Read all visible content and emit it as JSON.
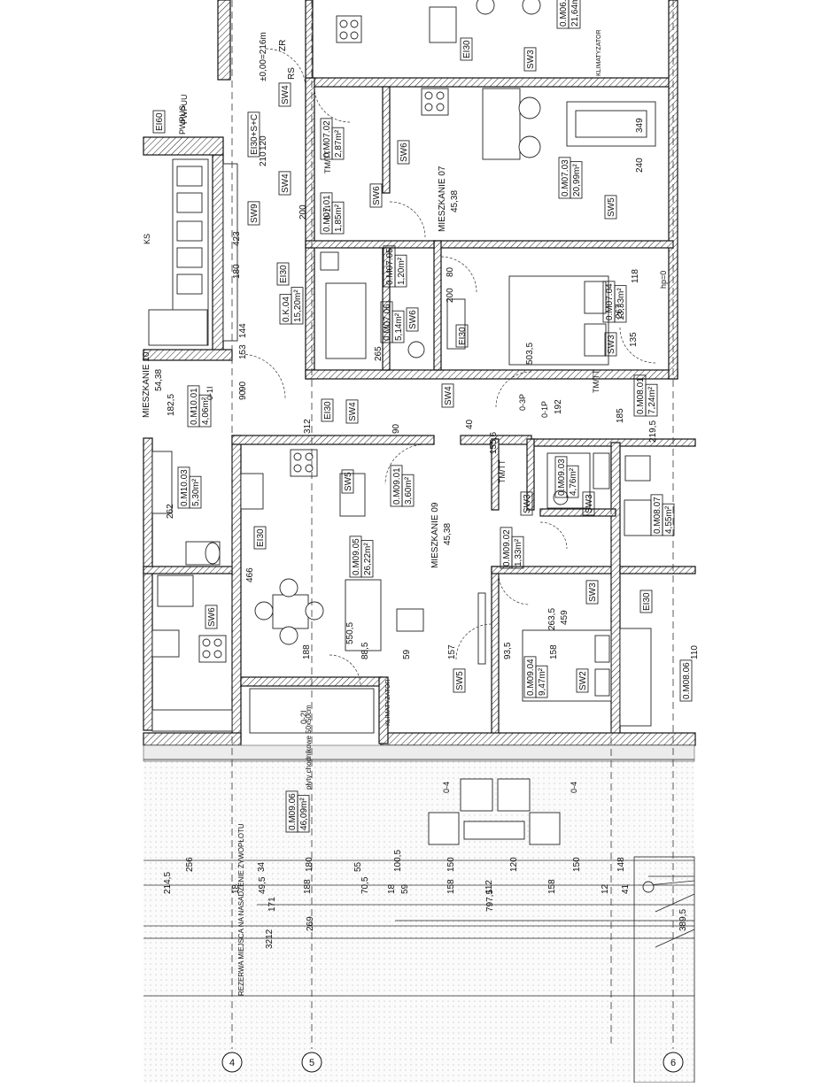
{
  "plan": {
    "apartments": [
      {
        "name": "MIESZKANIE 07",
        "area": "45,38"
      },
      {
        "name": "MIESZKANIE 09",
        "area": "45,38"
      },
      {
        "name": "MIESZKANIE 10",
        "area": "54,38"
      }
    ],
    "rooms": [
      {
        "code": "0.M07.02",
        "area": "2,87m²"
      },
      {
        "code": "0.M07.03",
        "area": "20,99m²"
      },
      {
        "code": "0.M07.01",
        "area": "1,85m²"
      },
      {
        "code": "0.M07.05",
        "area": "1,20m²"
      },
      {
        "code": "0.M07.06",
        "area": "5,14m²"
      },
      {
        "code": "0.M07.04",
        "area": "13,33m²"
      },
      {
        "code": "0.M08.01",
        "area": "7,24m²"
      },
      {
        "code": "0.M08.07",
        "area": "4,55m²"
      },
      {
        "code": "0.M08.06",
        "area": ""
      },
      {
        "code": "0.M06.0",
        "area": "21,64m²"
      },
      {
        "code": "0.K.04",
        "area": "15,20m²"
      },
      {
        "code": "0.M10.01",
        "area": "4,06m²"
      },
      {
        "code": "0.M10.03",
        "area": "5,30m²"
      },
      {
        "code": "0.M09.01",
        "area": "3,60m²"
      },
      {
        "code": "0.M09.05",
        "area": "26,22m²"
      },
      {
        "code": "0.M09.03",
        "area": "4,76m²"
      },
      {
        "code": "0.M09.02",
        "area": "1,33m²"
      },
      {
        "code": "0.M09.04",
        "area": "9,47m²"
      },
      {
        "code": "0.M09.06",
        "area": "46,09m²"
      }
    ],
    "wall_tags": [
      "SW3",
      "SW4",
      "SW4",
      "SW5",
      "SW6",
      "SW6",
      "SW6",
      "SW9",
      "SW4",
      "SW5",
      "SW3",
      "SW5",
      "SW3",
      "SW2",
      "SW4",
      "SW3",
      "SW6",
      "SW3"
    ],
    "fire_tags": [
      "EI30",
      "EI30",
      "EI30",
      "EI30",
      "EI30",
      "EI30",
      "EI60",
      "EI30+S+C"
    ],
    "misc_labels": [
      "PWPUU",
      "PWPUS",
      "KLIMATYZATOR",
      "KLIMATYZATOR",
      "TM/TT",
      "TM/TT",
      "TM/TT",
      "KS",
      "RS",
      "ZR",
      "±0,00=216m",
      "płyty chodnikowe 50x50cm",
      "0-3P",
      "0-1P",
      "0-1I",
      "0-1I",
      "0-4",
      "0-4",
      "0-2I",
      "hp=0",
      "REZERWA MIEJSCA NA NASADZENIE ŻYWOPŁOTU"
    ],
    "grid_axes": [
      "4",
      "5",
      "6"
    ],
    "dimension_rows": [
      [
        "256",
        "34",
        "180",
        "55",
        "100,5",
        "150",
        "120",
        "150",
        "148"
      ],
      [
        "214,5",
        "18",
        "49,5",
        "188",
        "70,5",
        "18",
        "59",
        "158",
        "112",
        "158",
        "12",
        "41"
      ],
      [
        "171",
        "797,5"
      ],
      [
        "269",
        "389,5"
      ],
      [
        "3212"
      ]
    ],
    "interior_dims": [
      "423",
      "180",
      "210",
      "120",
      "200",
      "90",
      "144",
      "153",
      "90",
      "265",
      "503,5",
      "312",
      "185",
      "219,5",
      "466",
      "188",
      "88,5",
      "59",
      "157",
      "93,5",
      "158",
      "263,5",
      "110",
      "550,5",
      "459",
      "240",
      "349",
      "118",
      "135",
      "267",
      "262",
      "182,5",
      "192",
      "155,6",
      "90",
      "40",
      "80",
      "200"
    ]
  }
}
